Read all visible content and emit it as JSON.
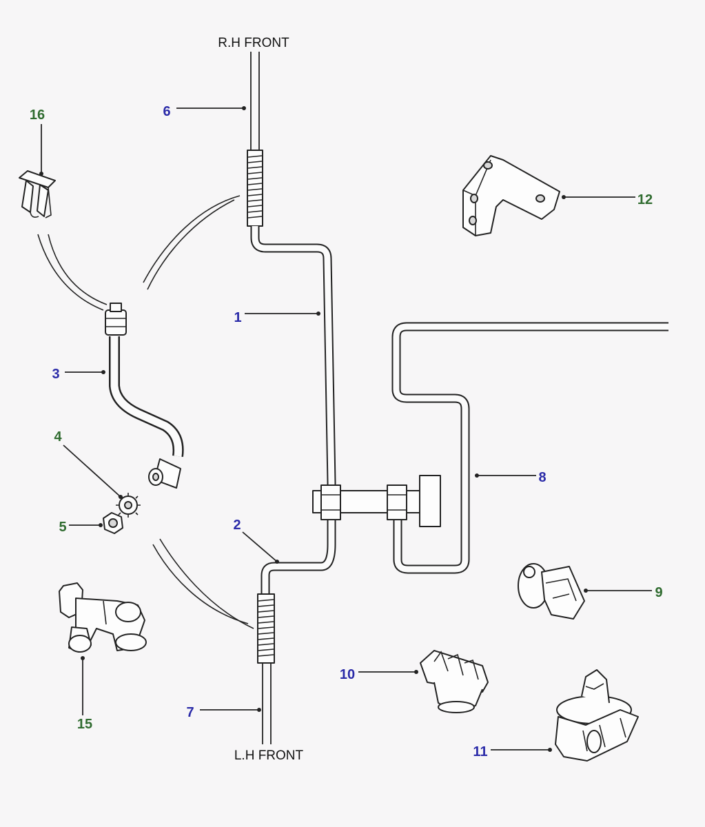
{
  "labels": {
    "rh_front": "R.H FRONT",
    "lh_front": "L.H FRONT"
  },
  "callouts": [
    {
      "id": "1",
      "text": "1",
      "color": "#2a2aa8"
    },
    {
      "id": "2",
      "text": "2",
      "color": "#2a2aa8"
    },
    {
      "id": "3",
      "text": "3",
      "color": "#2a2aa8"
    },
    {
      "id": "4",
      "text": "4",
      "color": "#2f6b2f"
    },
    {
      "id": "5",
      "text": "5",
      "color": "#2f6b2f"
    },
    {
      "id": "6",
      "text": "6",
      "color": "#2a2aa8"
    },
    {
      "id": "7",
      "text": "7",
      "color": "#2a2aa8"
    },
    {
      "id": "8",
      "text": "8",
      "color": "#2a2aa8"
    },
    {
      "id": "9",
      "text": "9",
      "color": "#2f6b2f"
    },
    {
      "id": "10",
      "text": "10",
      "color": "#2a2aa8"
    },
    {
      "id": "11",
      "text": "11",
      "color": "#2a2aa8"
    },
    {
      "id": "12",
      "text": "12",
      "color": "#2f6b2f"
    },
    {
      "id": "15",
      "text": "15",
      "color": "#2f6b2f"
    },
    {
      "id": "16",
      "text": "16",
      "color": "#2f6b2f"
    }
  ],
  "colors": {
    "blue_callout": "#2a2aa8",
    "green_callout": "#2f6b2f",
    "line": "#222222",
    "background": "#f7f6f7"
  }
}
